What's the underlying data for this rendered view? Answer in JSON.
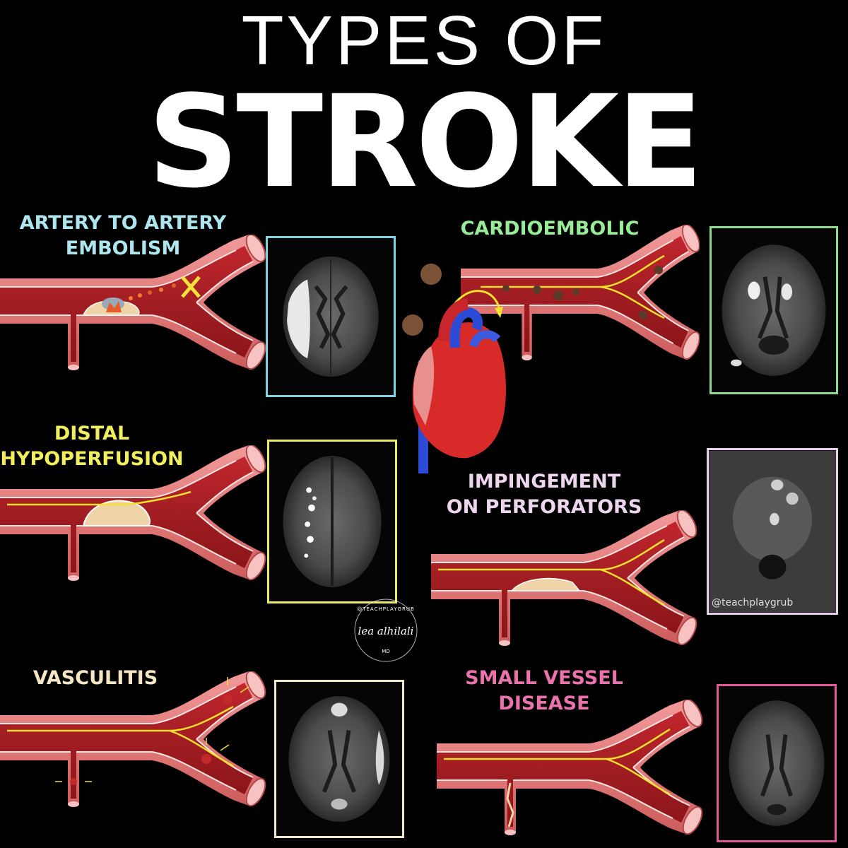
{
  "title_line1": "TYPES OF",
  "title_line2": "STROKE",
  "sections": {
    "artery_to_artery": {
      "line1": "ARTERY TO ARTERY",
      "line2": "EMBOLISM",
      "color": "#aee6ef"
    },
    "cardioembolic": {
      "line1": "CARDIOEMBOLIC",
      "color": "#98ec98"
    },
    "distal_hypoperfusion": {
      "line1": "DISTAL",
      "line2": "HYPOPERFUSION",
      "color": "#f2ef5e"
    },
    "impingement": {
      "line1": "IMPINGEMENT",
      "line2": "ON PERFORATORS",
      "color": "#efd6ef"
    },
    "vasculitis": {
      "line1": "VASCULITIS",
      "color": "#f7e6c4"
    },
    "small_vessel": {
      "line1": "SMALL VESSEL",
      "line2": "DISEASE",
      "color": "#ea72ad"
    }
  },
  "scan_frame_colors": {
    "artery_to_artery": "#7ed3e0",
    "cardioembolic": "#8fd98f",
    "distal_hypoperfusion": "#eaea6a",
    "impingement": "#e8d2e8",
    "vasculitis": "#f3e6cc",
    "small_vessel": "#e05a96"
  },
  "scan_watermark": "@teachplaygrub",
  "signature": "lea alhilali",
  "signature_ring": "@TEACHPLAYGRUB",
  "signature_md": "MD"
}
